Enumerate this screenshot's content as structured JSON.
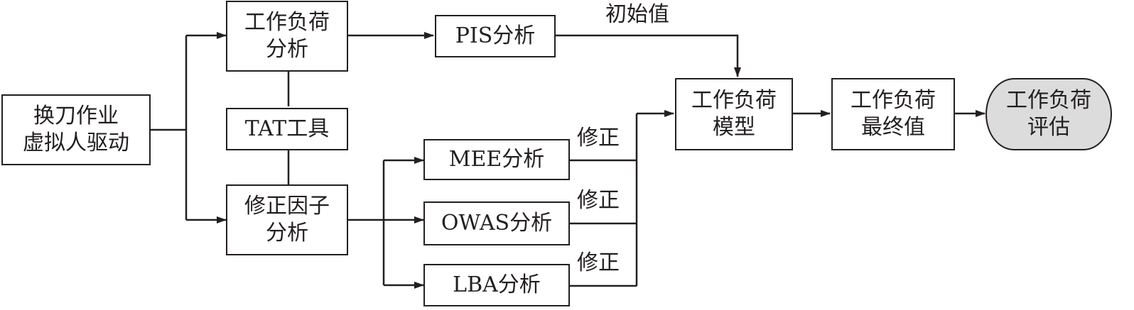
{
  "nodes": {
    "start": {
      "label": "换刀作业\n虚拟人驱动"
    },
    "workload_analysis": {
      "label": "工作负荷\n分析"
    },
    "tat_tool": {
      "label": "TAT工具"
    },
    "correction_factor": {
      "label": "修正因子\n分析"
    },
    "pis": {
      "label": "PIS分析"
    },
    "mee": {
      "label": "MEE分析"
    },
    "owas": {
      "label": "OWAS分析"
    },
    "lba": {
      "label": "LBA分析"
    },
    "model": {
      "label": "工作负荷\n模型"
    },
    "final_value": {
      "label": "工作负荷\n最终值"
    },
    "evaluation": {
      "label": "工作负荷\n评估"
    }
  },
  "edge_labels": {
    "initial_value": "初始值",
    "correction_mee": "修正",
    "correction_owas": "修正",
    "correction_lba": "修正"
  },
  "colors": {
    "line": "#231f20",
    "terminal_fill": "#dcdcdc"
  }
}
